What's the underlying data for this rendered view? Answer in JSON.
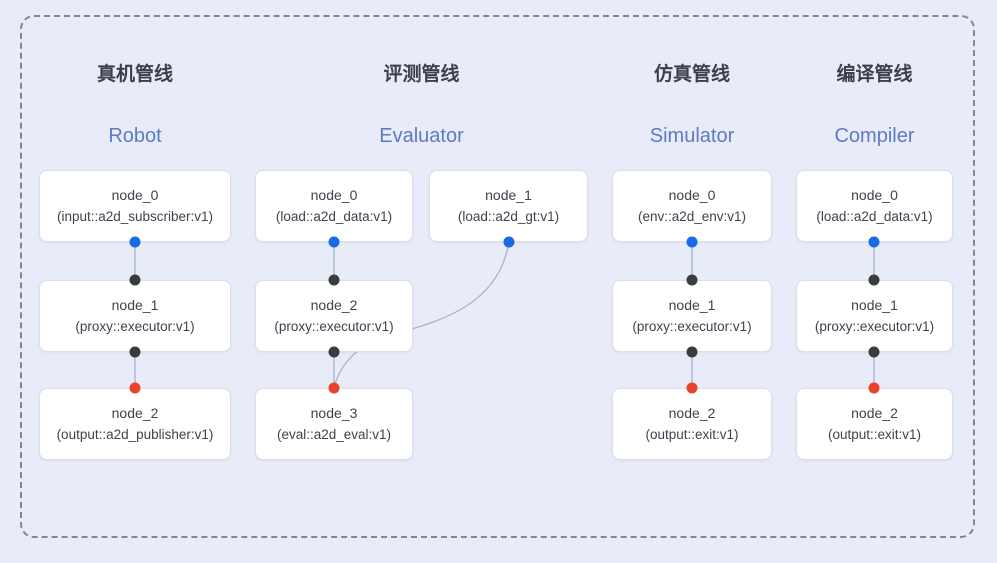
{
  "colors": {
    "background": "#e8ecf8",
    "frame_dash": "#81868f",
    "node_background": "#ffffff",
    "node_border": "#dcdfe7",
    "node_text": "#3e434e",
    "title_zh_color": "#3b4049",
    "title_en_color": "#5e7ac6",
    "edge_line": "#a9b4c6",
    "port_blue": "#176be6",
    "port_dark": "#3a3b3e",
    "port_red": "#e8432c"
  },
  "pipelines": [
    {
      "id": "robot",
      "title_zh": "真机管线",
      "title_en": "Robot",
      "nodes": [
        {
          "name": "node_0",
          "type": "(input::a2d_subscriber:v1)"
        },
        {
          "name": "node_1",
          "type": "(proxy::executor:v1)"
        },
        {
          "name": "node_2",
          "type": "(output::a2d_publisher:v1)"
        }
      ]
    },
    {
      "id": "evaluator",
      "title_zh": "评测管线",
      "title_en": "Evaluator",
      "nodes": [
        {
          "name": "node_0",
          "type": "(load::a2d_data:v1)"
        },
        {
          "name": "node_1",
          "type": "(load::a2d_gt:v1)"
        },
        {
          "name": "node_2",
          "type": "(proxy::executor:v1)"
        },
        {
          "name": "node_3",
          "type": "(eval::a2d_eval:v1)"
        }
      ]
    },
    {
      "id": "simulator",
      "title_zh": "仿真管线",
      "title_en": "Simulator",
      "nodes": [
        {
          "name": "node_0",
          "type": "(env::a2d_env:v1)"
        },
        {
          "name": "node_1",
          "type": "(proxy::executor:v1)"
        },
        {
          "name": "node_2",
          "type": "(output::exit:v1)"
        }
      ]
    },
    {
      "id": "compiler",
      "title_zh": "编译管线",
      "title_en": "Compiler",
      "nodes": [
        {
          "name": "node_0",
          "type": "(load::a2d_data:v1)"
        },
        {
          "name": "node_1",
          "type": "(proxy::executor:v1)"
        },
        {
          "name": "node_2",
          "type": "(output::exit:v1)"
        }
      ]
    }
  ]
}
